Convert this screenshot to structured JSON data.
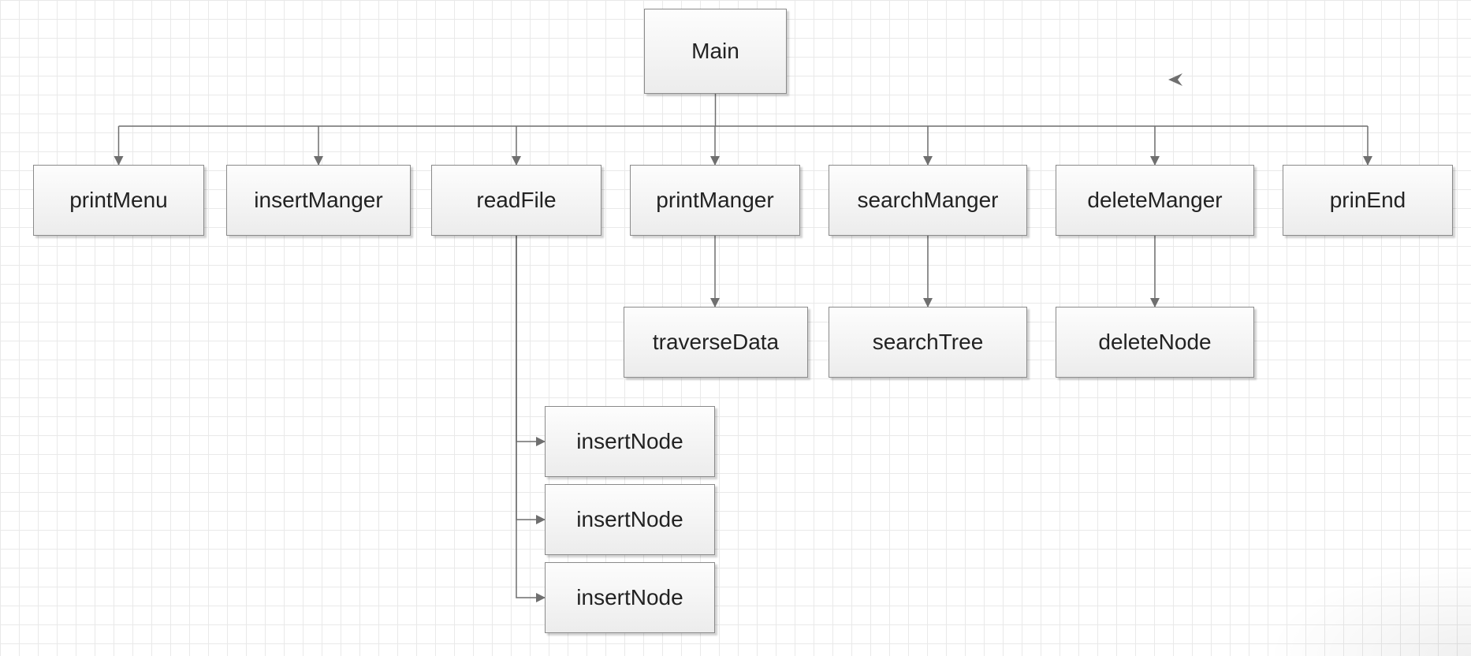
{
  "diagram": {
    "nodes": {
      "main": "Main",
      "printMenu": "printMenu",
      "insertManger": "insertManger",
      "readFile": "readFile",
      "printManger": "printManger",
      "searchManger": "searchManger",
      "deleteManger": "deleteManger",
      "prinEnd": "prinEnd",
      "traverseData": "traverseData",
      "searchTree": "searchTree",
      "deleteNode": "deleteNode",
      "insertNode1": "insertNode",
      "insertNode2": "insertNode",
      "insertNode3": "insertNode"
    },
    "edges": [
      [
        "main",
        "printMenu"
      ],
      [
        "main",
        "insertManger"
      ],
      [
        "main",
        "readFile"
      ],
      [
        "main",
        "printManger"
      ],
      [
        "main",
        "searchManger"
      ],
      [
        "main",
        "deleteManger"
      ],
      [
        "main",
        "prinEnd"
      ],
      [
        "printManger",
        "traverseData"
      ],
      [
        "searchManger",
        "searchTree"
      ],
      [
        "deleteManger",
        "deleteNode"
      ],
      [
        "readFile",
        "insertNode1"
      ],
      [
        "readFile",
        "insertNode2"
      ],
      [
        "readFile",
        "insertNode3"
      ]
    ]
  },
  "colors": {
    "line": "#6f6f6f",
    "node_border": "#8a8a8a",
    "text": "#222222",
    "grid": "#e9e9e9"
  },
  "icons": {
    "cursor": "arrow-pointer-icon"
  }
}
